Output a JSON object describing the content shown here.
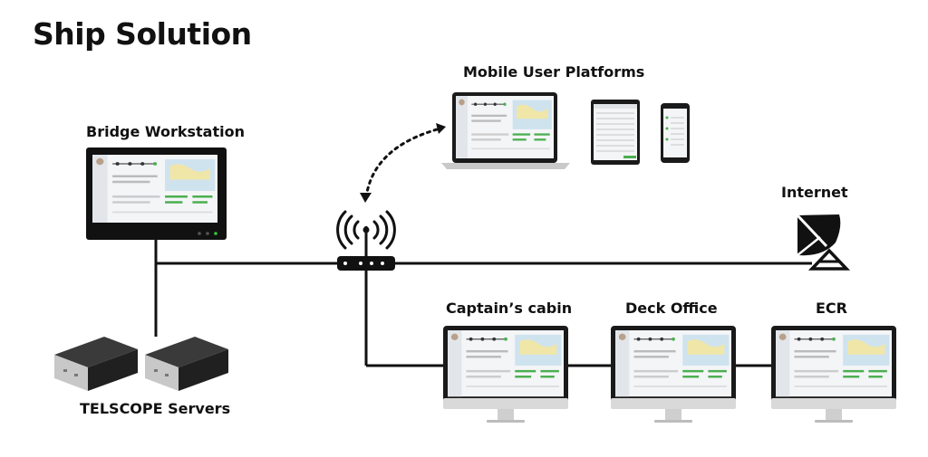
{
  "title": "Ship Solution",
  "nodes": {
    "mobile": "Mobile User Platforms",
    "bridge": "Bridge Workstation",
    "internet": "Internet",
    "captain": "Captain’s cabin",
    "deck": "Deck Office",
    "ecr": "ECR",
    "servers": "TELSCOPE Servers"
  },
  "colors": {
    "line": "#111111",
    "device": "#1a1a1a",
    "screen": "#f3f5f7",
    "accent_green": "#4caf50",
    "map_blue": "#cfe3ef",
    "map_yellow": "#f0e6a8"
  }
}
